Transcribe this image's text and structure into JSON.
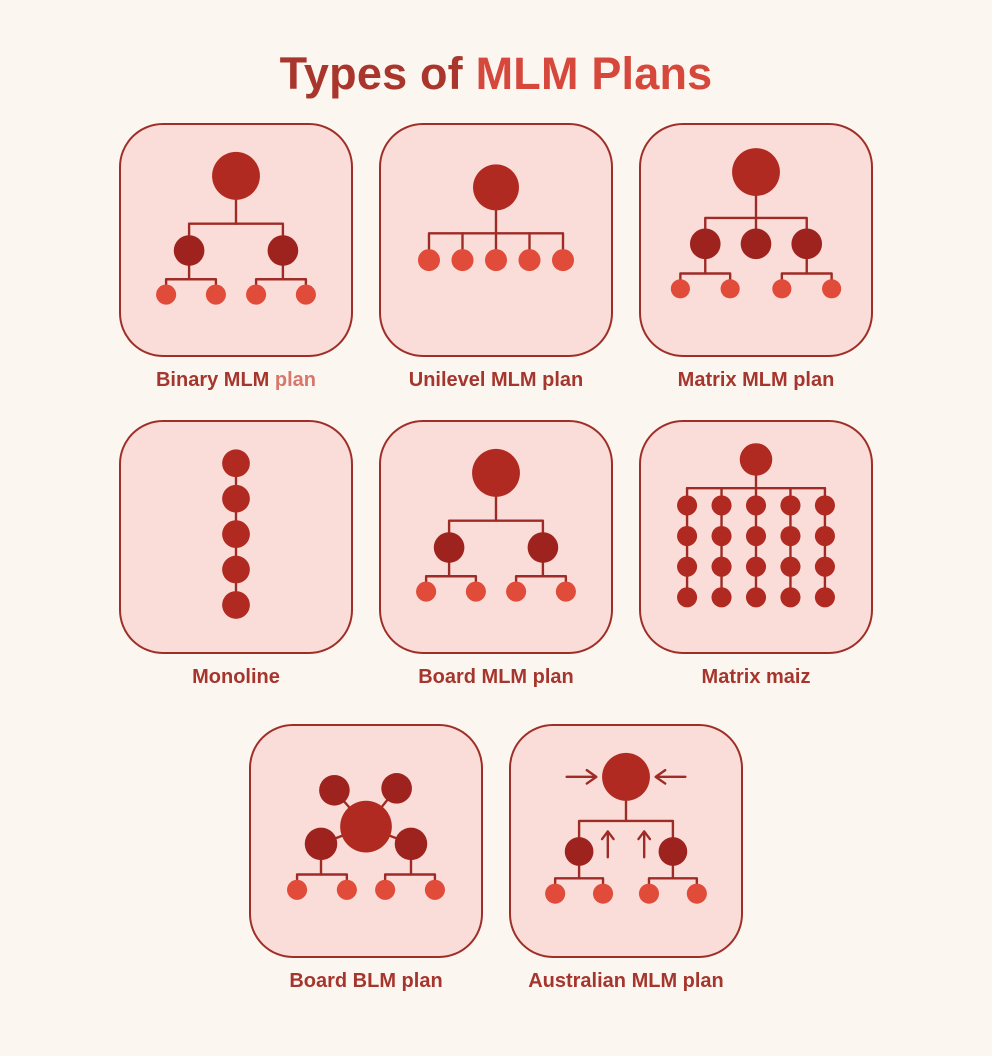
{
  "title": {
    "prefix": "Types of",
    "highlight": "MLM Plans"
  },
  "colors": {
    "page_bg": "#FCF6F0",
    "card_bg": "#FADDD8",
    "card_border": "#9E2F28",
    "line": "#9E2B26",
    "node_dark": "#B12A22",
    "node_maroon": "#9E231E",
    "node_bright": "#E14B3A",
    "title_prefix": "#A9362C",
    "title_highlight": "#D6483B",
    "label": "#A5362E",
    "label_light": "#D8776B"
  },
  "cards": [
    {
      "diagram": "binary",
      "label": "Binary MLM",
      "label_light": "plan"
    },
    {
      "diagram": "unilevel",
      "label": "Unilevel MLM plan",
      "label_light": ""
    },
    {
      "diagram": "matrix",
      "label": "Matrix MLM plan",
      "label_light": ""
    },
    {
      "diagram": "monoline",
      "label": "Monoline",
      "label_light": ""
    },
    {
      "diagram": "board",
      "label": "Board MLM plan",
      "label_light": ""
    },
    {
      "diagram": "matrix-grid",
      "label": "Matrix maiz",
      "label_light": ""
    },
    {
      "diagram": "hub",
      "label": "Board BLM plan",
      "label_light": ""
    },
    {
      "diagram": "australian",
      "label": "Australian MLM plan",
      "label_light": ""
    }
  ]
}
